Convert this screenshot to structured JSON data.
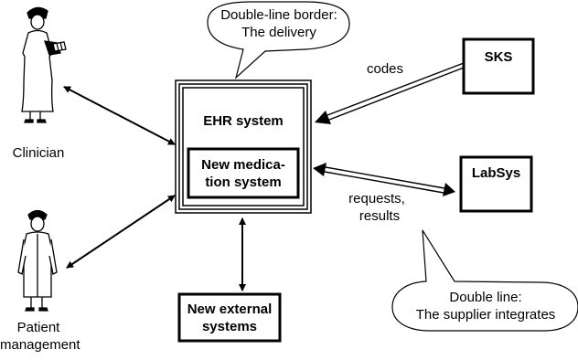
{
  "callouts": {
    "delivery": {
      "line1": "Double-line border:",
      "line2": "The delivery"
    },
    "supplier": {
      "line1": "Double line:",
      "line2": "The supplier integrates"
    }
  },
  "boxes": {
    "ehr": "EHR system",
    "new_med_line1": "New medica-",
    "new_med_line2": "tion system",
    "new_ext_line1": "New external",
    "new_ext_line2": "systems",
    "sks": "SKS",
    "labsys": "LabSys"
  },
  "actors": {
    "clinician": "Clinician",
    "patient_line1": "Patient",
    "patient_line2": "management"
  },
  "labels": {
    "codes": "codes",
    "requests": "requests,",
    "results": "results"
  }
}
